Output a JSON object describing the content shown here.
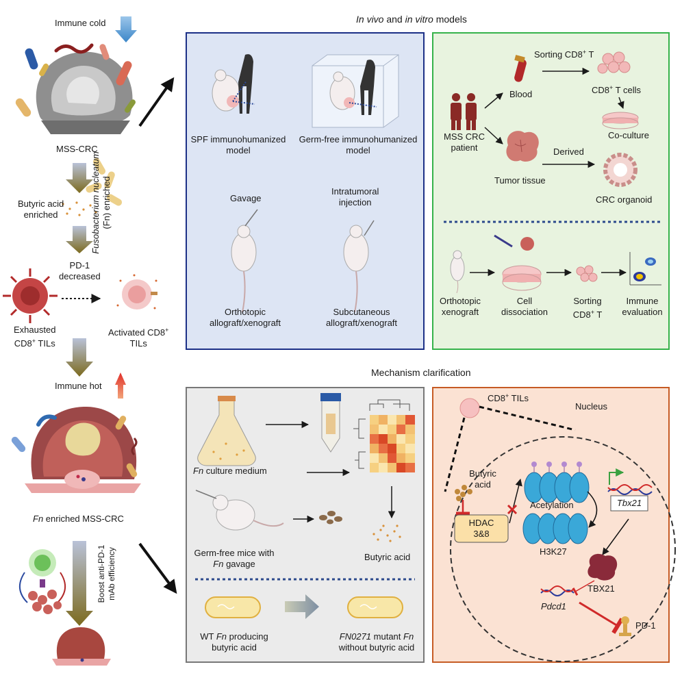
{
  "headers": {
    "models": [
      "In vivo",
      "and",
      "in vitro",
      "models"
    ],
    "mechanism": "Mechanism clarification"
  },
  "left": {
    "immune_cold": "Immune cold",
    "mss_crc": "MSS-CRC",
    "fn_enriched": [
      "Fusobacterium nucleatum",
      "(Fn) enriched"
    ],
    "butyric": [
      "Butyric acid",
      "enriched"
    ],
    "pd1": [
      "PD-1",
      "decreased"
    ],
    "exhausted": [
      "Exhausted",
      "CD8",
      "TILs"
    ],
    "activated": [
      "Activated CD8",
      "TILs"
    ],
    "immune_hot": "Immune hot",
    "fn_mss_crc": [
      "Fn",
      "enriched MSS-CRC"
    ],
    "boost": [
      "Boost anti-PD-1",
      "mAb efficiency"
    ],
    "sup_plus": "+"
  },
  "blue_panel": {
    "spf": [
      "SPF immunohumanized",
      "model"
    ],
    "germ_free": [
      "Germ-free immunohumanized",
      "model"
    ],
    "gavage": "Gavage",
    "intratumoral": [
      "Intratumoral",
      "injection"
    ],
    "orthotopic": [
      "Orthotopic",
      "allograft/xenograft"
    ],
    "subcutaneous": [
      "Subcutaneous",
      "allograft/xenograft"
    ]
  },
  "green_panel": {
    "sorting_top": "Sorting  CD8",
    "blood": "Blood",
    "cd8_cells": "CD8",
    "cd8_cells_suffix": " T cells",
    "patient": [
      "MSS CRC",
      "patient"
    ],
    "co_culture": "Co-culture",
    "derived": "Derived",
    "tumor_tissue": "Tumor tissue",
    "organoid": "CRC organoid",
    "ortho_xeno": [
      "Orthotopic",
      "xenograft"
    ],
    "cell_dissoc": [
      "Cell",
      "dissociation"
    ],
    "sorting_bottom": [
      "Sorting",
      "CD8"
    ],
    "immune_eval": [
      "Immune",
      "evaluation"
    ]
  },
  "gray_panel": {
    "culture": [
      "Fn",
      "culture medium"
    ],
    "germ_free_mice": [
      "Germ-free mice with",
      "Fn",
      "gavage"
    ],
    "butyric_acid": "Butyric acid",
    "wt": [
      "WT",
      "Fn",
      "producing",
      "butyric acid"
    ],
    "mutant": [
      "FN0271",
      "mutant",
      "Fn",
      "without butyric acid"
    ]
  },
  "orange_panel": {
    "cd8_tils": "CD8",
    "cd8_tils_suffix": " TILs",
    "nucleus": "Nucleus",
    "butyric": [
      "Butyric",
      "acid"
    ],
    "hdac": [
      "HDAC",
      "3&8"
    ],
    "acetylation": "Acetylation",
    "h3k27": "H3K27",
    "tbx21_gene": "Tbx21",
    "tbx21_protein": "TBX21",
    "pdcd1": "Pdcd1",
    "pd1": "PD-1"
  },
  "colors": {
    "blue_panel_bg": "#dde5f4",
    "blue_panel_border": "#1b2f86",
    "green_panel_bg": "#e8f3df",
    "green_panel_border": "#35b24a",
    "gray_panel_bg": "#ebebeb",
    "gray_panel_border": "#777777",
    "orange_panel_bg": "#fbe2d3",
    "orange_panel_border": "#c65b24",
    "dotted_line": "#2c4a8c"
  }
}
